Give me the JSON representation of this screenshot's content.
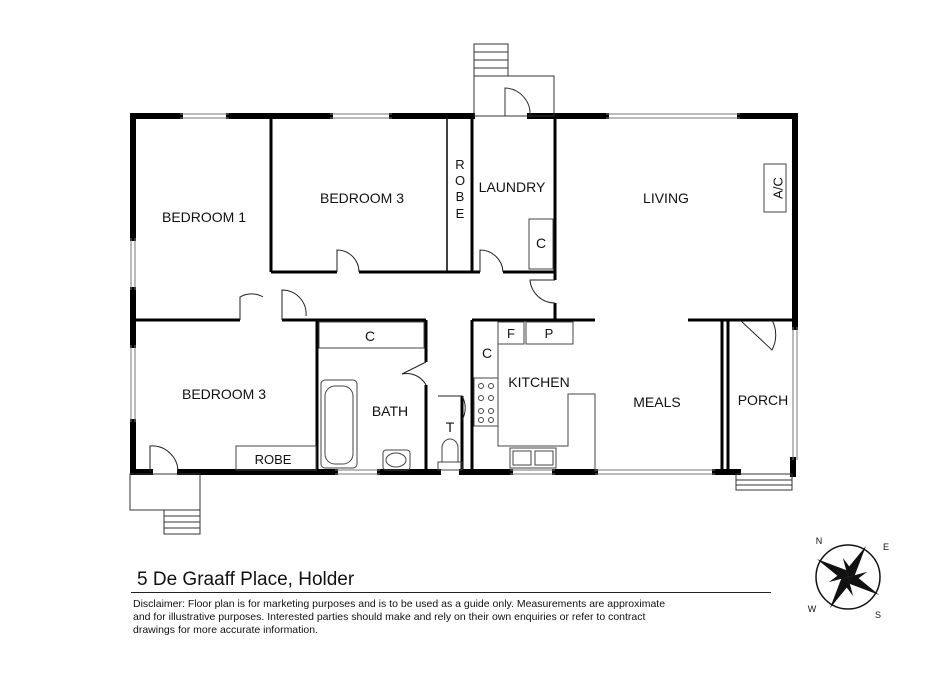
{
  "rooms": {
    "bedroom1": "BEDROOM 1",
    "bedroom3_top": "BEDROOM 3",
    "bedroom3_bottom": "BEDROOM 3",
    "robe_vertical": [
      "R",
      "O",
      "B",
      "E"
    ],
    "robe_bottom": "ROBE",
    "laundry": "LAUNDRY",
    "laundry_cupboard": "C",
    "living": "LIVING",
    "ac": "A/C",
    "hall_cupboard": "C",
    "kitchen_cupboard": "C",
    "fridge": "F",
    "pantry": "P",
    "kitchen": "KITCHEN",
    "meals": "MEALS",
    "porch": "PORCH",
    "bath": "BATH",
    "toilet": "T"
  },
  "address": "5 De Graaff Place, Holder",
  "disclaimer_lines": [
    "Disclaimer: Floor plan is for marketing purposes and is to be used as a guide only. Measurements  are approximate",
    "and for illustrative purposes. Interested parties should make and rely on their own enquiries or refer to contract",
    "drawings for more accurate information."
  ],
  "compass": {
    "n": "N",
    "e": "E",
    "s": "S",
    "w": "W"
  }
}
